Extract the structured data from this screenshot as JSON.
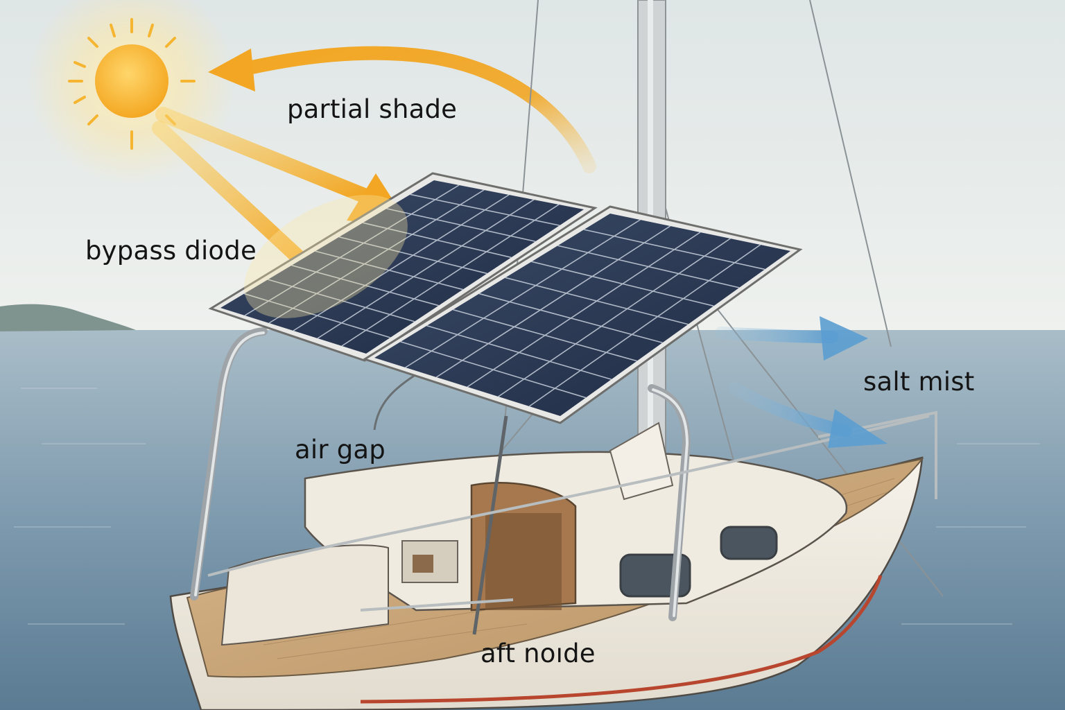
{
  "labels": {
    "partial_shade": "partial shade",
    "bypass_diode": "bypass diode",
    "air_gap": "air gap",
    "salt_mist": "salt mist",
    "aft_node": "aft noıde"
  },
  "colors": {
    "sky_top": "#e6ebea",
    "sky_bottom": "#eef1ee",
    "sea_top": "#9fb6c3",
    "sea_bottom": "#5f7f96",
    "sun": "#f7b733",
    "sun_glow": "#fde7a6",
    "sun_arrow": "#f2a623",
    "mist_arrow": "#6aa6d4",
    "panel": "#27344f",
    "panel_grid": "#c7d0dc",
    "panel_frame": "#e8e8e6",
    "hull": "#f1ede4",
    "hull_stripe": "#b8462e",
    "teak": "#c8a577",
    "steel": "#c9cdd0",
    "land": "#7f938f",
    "text": "#141414"
  },
  "icons": [
    "sun-icon"
  ]
}
